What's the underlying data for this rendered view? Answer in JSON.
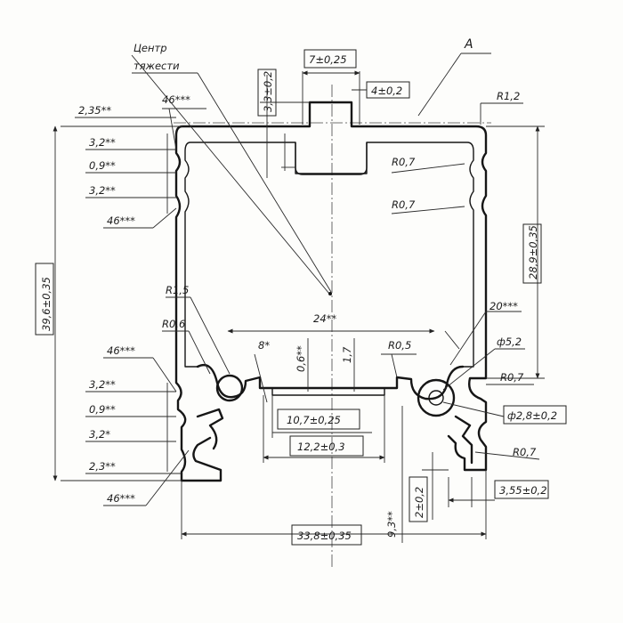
{
  "notes": {
    "centroid_line1": "Центр",
    "centroid_line2": "тяжести",
    "section_mark": "A"
  },
  "dims": {
    "top_slot_width": "7±0,25",
    "top_slot_depth": "3,3±0,2",
    "top_slot_lip": "4±0,2",
    "overall_height": "39,6±0,35",
    "inner_height": "28,9±0,35",
    "overall_width": "33,8±0,35",
    "bottom_channel_inner": "10,7±0,25",
    "bottom_channel_outer": "12,2±0,3",
    "right_hole_dia": "ф2,8±0,2",
    "right_slot_width": "3,55±0,2",
    "right_slot_depth": "2±0,2",
    "left_top_step": "2,35**",
    "left_rib_a": "3,2**",
    "left_rib_gap": "0,9**",
    "left_rib_b": "3,2**",
    "left_angle_top": "46***",
    "left_angle_top_low": "46***",
    "left_angle_bottom_up": "46***",
    "left_bottom_rib_a": "3,2**",
    "left_bottom_rib_gap": "0,9**",
    "left_bottom_rib_b": "3,2*",
    "left_bottom_step": "2,3**",
    "left_angle_bottom": "46***",
    "center_span": "24**",
    "chamfer_angle": "8*",
    "channel_depth_a": "0,6**",
    "channel_depth_b": "1,7",
    "right_angle": "20***",
    "hole_dia": "ф5,2",
    "lower_offset": "9,3**",
    "radius_corner": "R1,2",
    "radius_r1": "R0,7",
    "radius_r2": "R0,7",
    "radius_r3": "R0,7",
    "radius_r4": "R0,7",
    "radius_left_15": "R1,5",
    "radius_left_06": "R0,6",
    "radius_center_05": "R0,5"
  }
}
